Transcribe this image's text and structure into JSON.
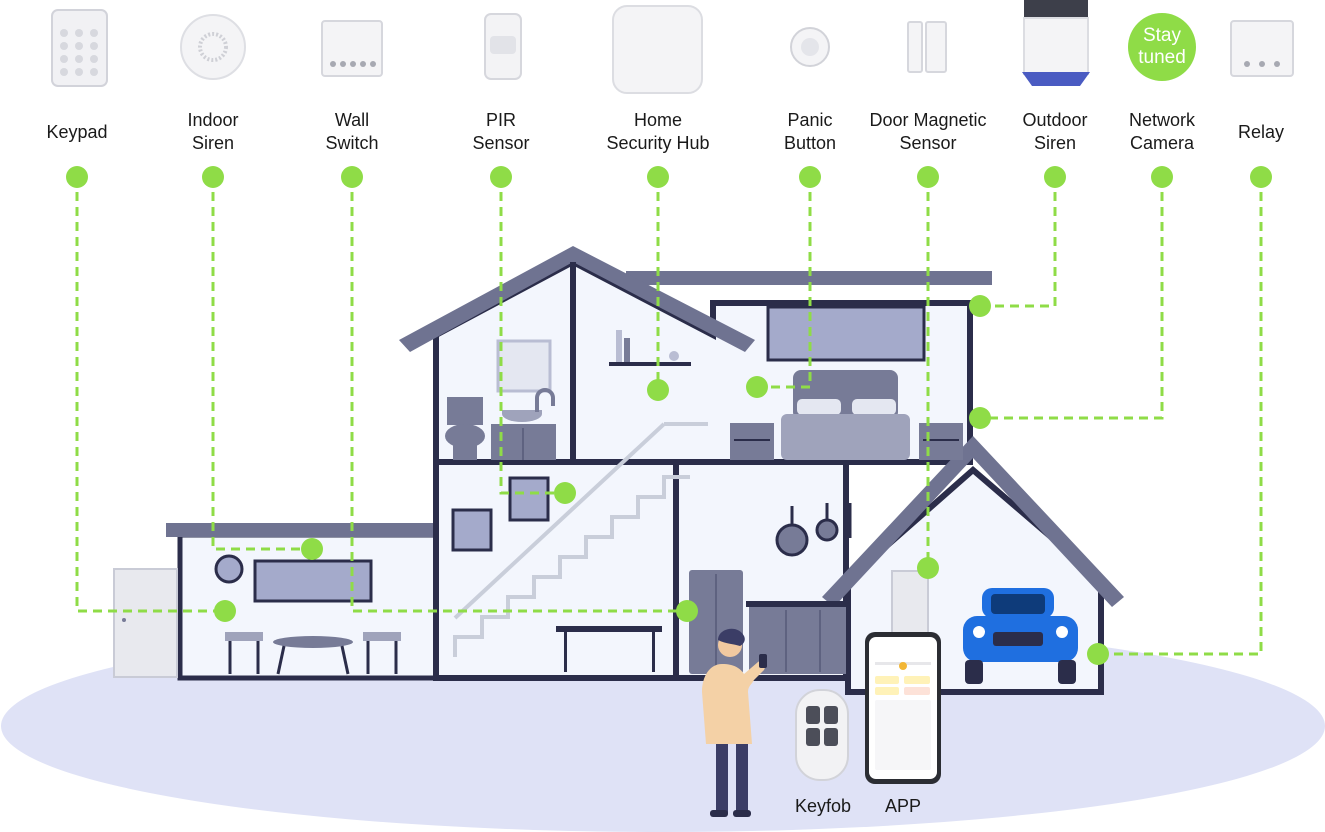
{
  "colors": {
    "accent_green": "#8fdc47",
    "house_stroke": "#2b2d4a",
    "roof": "#6f7391",
    "ground": "#dfe2f6",
    "room_fill": "#f3f6fd",
    "furniture": "#777b97",
    "car_blue": "#1f6fe0"
  },
  "devices": [
    {
      "id": "keypad",
      "label_lines": [
        "Keypad"
      ],
      "icon": "keypad-icon"
    },
    {
      "id": "indoor-siren",
      "label_lines": [
        "Indoor",
        "Siren"
      ],
      "icon": "indoor-siren-icon"
    },
    {
      "id": "wall-switch",
      "label_lines": [
        "Wall",
        "Switch"
      ],
      "icon": "wall-switch-icon"
    },
    {
      "id": "pir-sensor",
      "label_lines": [
        "PIR",
        "Sensor"
      ],
      "icon": "pir-sensor-icon"
    },
    {
      "id": "home-security-hub",
      "label_lines": [
        "Home",
        "Security Hub"
      ],
      "icon": "hub-icon"
    },
    {
      "id": "panic-button",
      "label_lines": [
        "Panic",
        "Button"
      ],
      "icon": "panic-button-icon"
    },
    {
      "id": "door-magnetic-sensor",
      "label_lines": [
        "Door Magnetic",
        "Sensor"
      ],
      "icon": "door-sensor-icon"
    },
    {
      "id": "outdoor-siren",
      "label_lines": [
        "Outdoor",
        "Siren"
      ],
      "icon": "outdoor-siren-icon"
    },
    {
      "id": "network-camera",
      "label_lines": [
        "Network",
        "Camera"
      ],
      "icon": "stay-tuned-badge-icon",
      "badge_text": [
        "Stay",
        "tuned"
      ]
    },
    {
      "id": "relay",
      "label_lines": [
        "Relay"
      ],
      "icon": "relay-icon"
    }
  ],
  "bottom": {
    "keyfob_label": "Keyfob",
    "app_label": "APP"
  }
}
